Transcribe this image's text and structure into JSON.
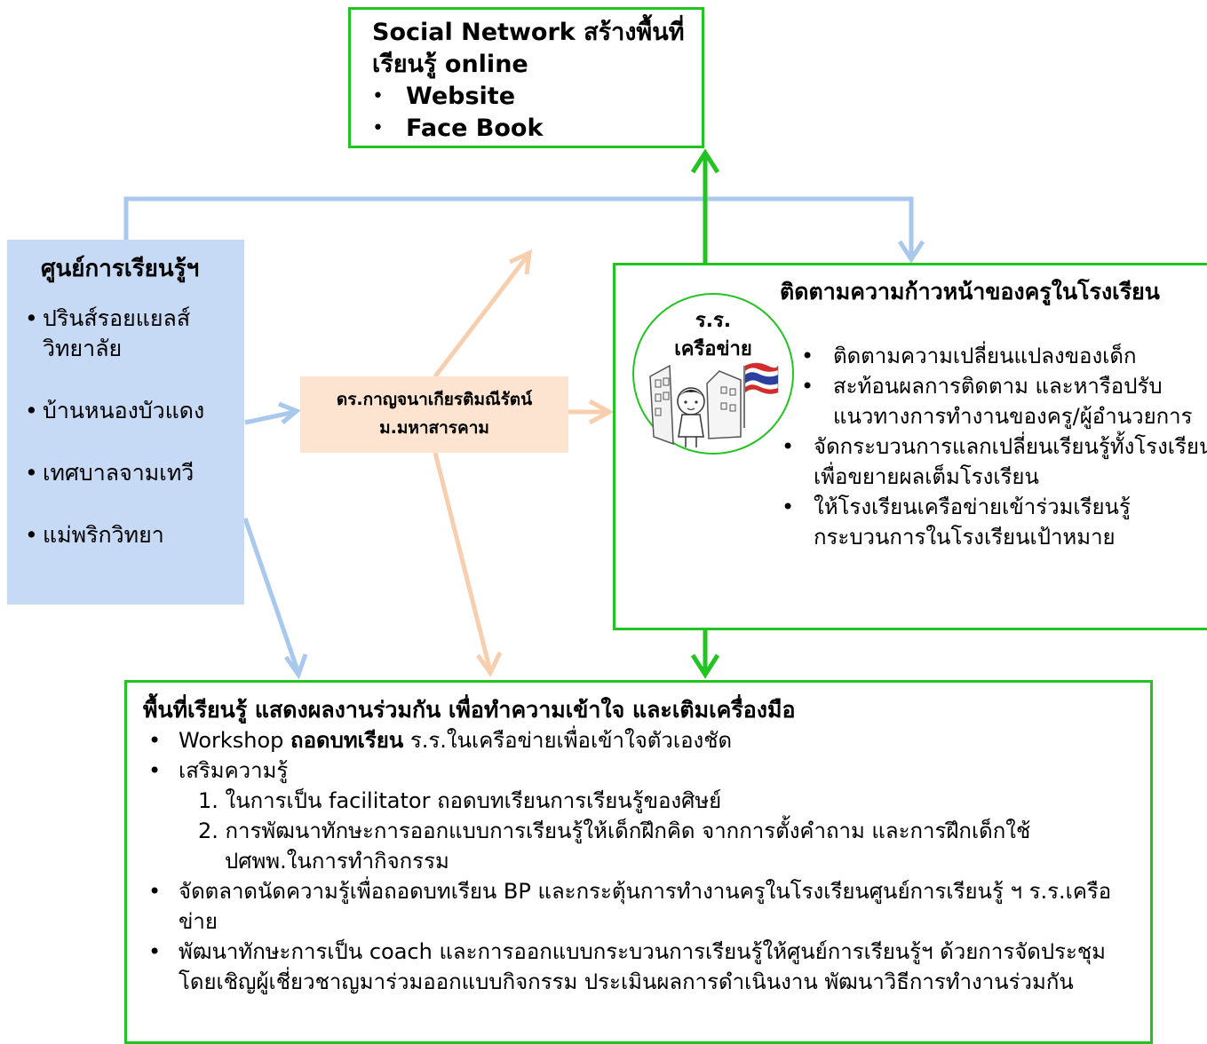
{
  "top_box": {
    "title": "Social Network สร้างพื้นที่เรียนรู้ online",
    "items": [
      "Website",
      "Face Book"
    ]
  },
  "left_box": {
    "title": "ศูนย์การเรียนรู้ฯ",
    "items": [
      "ปรินส์รอยแยลส์วิทยาลัย",
      "บ้านหนองบัวแดง",
      "เทศบาลจามเทวี",
      "แม่พริกวิทยา"
    ]
  },
  "center_box": {
    "line1": "ดร.กาญจนาเกียรติมณีรัตน์",
    "line2": "ม.มหาสารคาม"
  },
  "circle": {
    "line1": "ร.ร.",
    "line2": "เครือข่าย",
    "illustration": "school-children-thai-flag-icon"
  },
  "right_box": {
    "title": "ติดตามความก้าวหน้าของครูในโรงเรียน",
    "items": [
      "ติดตามความเปลี่ยนแปลงของเด็ก",
      "สะท้อนผลการติดตาม และหารือปรับแนวทางการทำงานของครู/ผู้อำนวยการ",
      "จัดกระบวนการแลกเปลี่ยนเรียนรู้ทั้งโรงเรียน เพื่อขยายผลเต็มโรงเรียน",
      "ให้โรงเรียนเครือข่ายเข้าร่วมเรียนรู้กระบวนการในโรงเรียนเป้าหมาย"
    ]
  },
  "bottom_box": {
    "title": "พื้นที่เรียนรู้ แสดงผลงานร่วมกัน เพื่อทำความเข้าใจ และเติมเครื่องมือ",
    "item1_pre": "Workshop ",
    "item1_bold": "ถอดบทเรียน",
    "item1_post": " ร.ร.ในเครือข่ายเพื่อเข้าใจตัวเองชัด",
    "item2": "เสริมความรู้",
    "sub1": "1. ในการเป็น facilitator ถอดบทเรียนการเรียนรู้ของศิษย์",
    "sub2a": "2. การพัฒนาทักษะการออกแบบการเรียนรู้ให้เด็กฝึกคิด จากการตั้งคำถาม และการฝึกเด็กใช้",
    "sub2b": "ปศพพ.ในการทำกิจกรรม",
    "item3": "จัดตลาดนัดความรู้เพื่อถอดบทเรียน BP และกระตุ้นการทำงานครูในโรงเรียนศูนย์การเรียนรู้ ฯ ร.ร.เครือข่าย",
    "item4": "พัฒนาทักษะการเป็น coach  และการออกแบบกระบวนการเรียนรู้ให้ศูนย์การเรียนรู้ฯ ด้วยการจัดประชุมโดยเชิญผู้เชี่ยวชาญมาร่วมออกแบบกิจกรรม ประเมินผลการดำเนินงาน พัฒนาวิธีการทำงานร่วมกัน"
  },
  "colors": {
    "green": "#22c422",
    "blue_fill": "#c6d9f5",
    "blue_arrow": "#a9c8ee",
    "peach_fill": "#fce4d0",
    "peach_arrow": "#f8cfae"
  }
}
